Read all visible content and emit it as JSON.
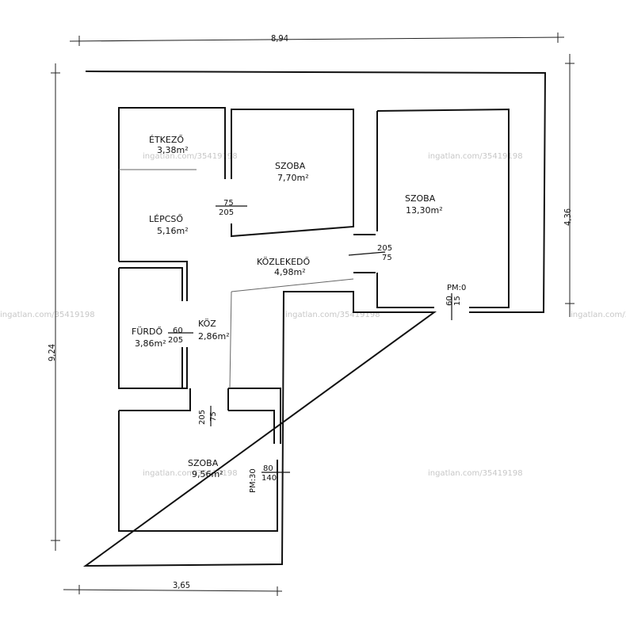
{
  "dimensions": {
    "total_width": "8,94",
    "total_height": "9,24",
    "right_height": "4,36",
    "bottom_width": "3,65"
  },
  "rooms": [
    {
      "name": "ÉTKEZŐ",
      "area": "3,38m²"
    },
    {
      "name": "SZOBA",
      "area": "7,70m²"
    },
    {
      "name": "SZOBA",
      "area": "13,30m²"
    },
    {
      "name": "LÉPCSŐ",
      "area": "5,16m²"
    },
    {
      "name": "KÖZLEKEDŐ",
      "area": "4,98m²"
    },
    {
      "name": "FÜRDŐ",
      "area": "3,86m²"
    },
    {
      "name": "KÖZ",
      "area": "2,86m²"
    },
    {
      "name": "SZOBA",
      "area": "9,56m²"
    }
  ],
  "doors": [
    {
      "w": "75",
      "h": "205"
    },
    {
      "w": "205",
      "h": "75"
    },
    {
      "w": "60",
      "h": "205"
    },
    {
      "w": "205",
      "h": "75"
    },
    {
      "w": "80",
      "h": "140"
    },
    {
      "w": "60",
      "h": "15"
    }
  ],
  "markers": {
    "pm_right": "PM:0",
    "pm_bottom": "PM:30"
  },
  "watermark": "ingatlan.com/35419198"
}
